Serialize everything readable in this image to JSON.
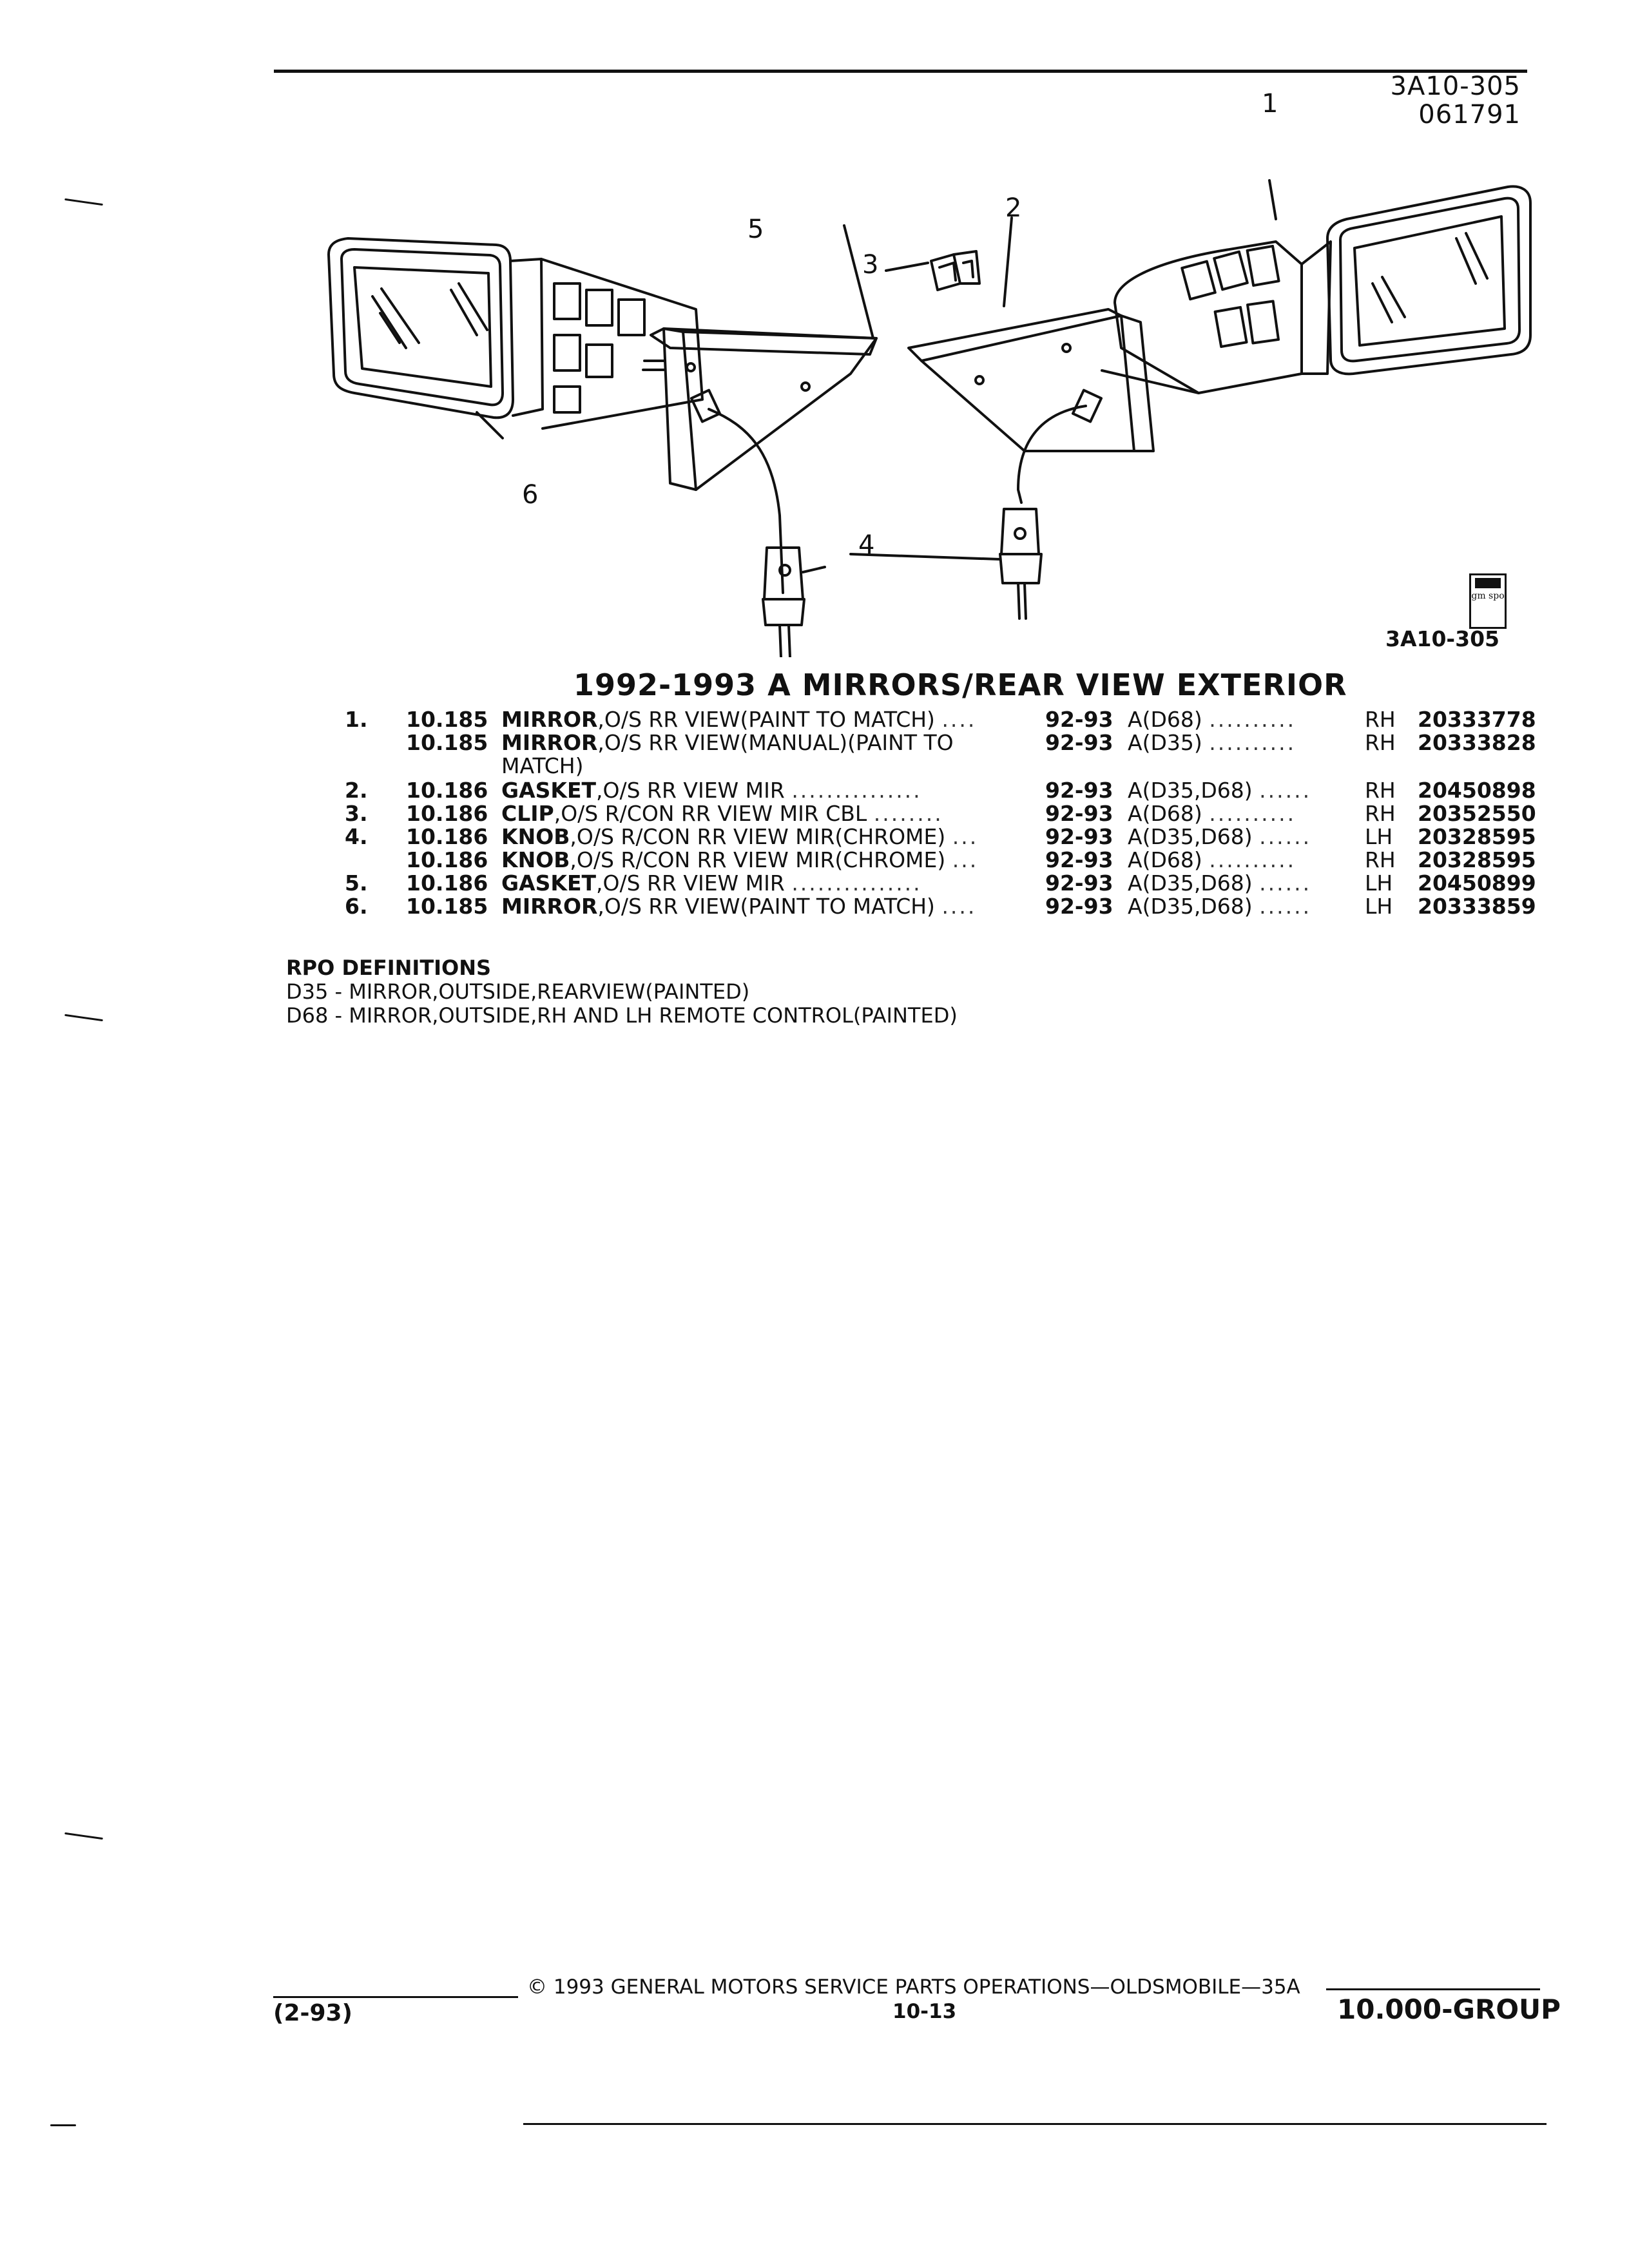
{
  "header": {
    "illustration_code": "3A10-305",
    "date_code": "061791"
  },
  "diagram": {
    "callouts": [
      "1",
      "2",
      "3",
      "4",
      "5",
      "6"
    ],
    "bottom_code": "3A10-305",
    "logo_text": "gm spo"
  },
  "section_title": "1992-1993 A MIRRORS/REAR VIEW EXTERIOR",
  "parts": [
    {
      "item": "1.",
      "group": "10.185",
      "name": "MIRROR",
      "desc": ",O/S RR VIEW(PAINT TO MATCH)",
      "dots": "....",
      "years": "92-93",
      "codes": "A(D68)",
      "cdots": "..........",
      "side": "RH",
      "part": "20333778"
    },
    {
      "item": "",
      "group": "10.185",
      "name": "MIRROR",
      "desc": ",O/S RR VIEW(MANUAL)(PAINT TO",
      "dots": "",
      "years": "92-93",
      "codes": "A(D35)",
      "cdots": "..........",
      "side": "RH",
      "part": "20333828"
    },
    {
      "item": "",
      "group": "",
      "name": "",
      "desc": "MATCH)",
      "dots": "",
      "years": "",
      "codes": "",
      "cdots": "",
      "side": "",
      "part": ""
    },
    {
      "item": "2.",
      "group": "10.186",
      "name": "GASKET",
      "desc": ",O/S RR VIEW MIR",
      "dots": "...............",
      "years": "92-93",
      "codes": "A(D35,D68)",
      "cdots": "......",
      "side": "RH",
      "part": "20450898"
    },
    {
      "item": "3.",
      "group": "10.186",
      "name": "CLIP",
      "desc": ",O/S R/CON RR VIEW MIR CBL",
      "dots": "........",
      "years": "92-93",
      "codes": "A(D68)",
      "cdots": "..........",
      "side": "RH",
      "part": "20352550"
    },
    {
      "item": "4.",
      "group": "10.186",
      "name": "KNOB",
      "desc": ",O/S R/CON RR VIEW MIR(CHROME)",
      "dots": "...",
      "years": "92-93",
      "codes": "A(D35,D68)",
      "cdots": "......",
      "side": "LH",
      "part": "20328595"
    },
    {
      "item": "",
      "group": "10.186",
      "name": "KNOB",
      "desc": ",O/S R/CON RR VIEW MIR(CHROME)",
      "dots": "...",
      "years": "92-93",
      "codes": "A(D68)",
      "cdots": "..........",
      "side": "RH",
      "part": "20328595"
    },
    {
      "item": "5.",
      "group": "10.186",
      "name": "GASKET",
      "desc": ",O/S RR VIEW MIR",
      "dots": "...............",
      "years": "92-93",
      "codes": "A(D35,D68)",
      "cdots": "......",
      "side": "LH",
      "part": "20450899"
    },
    {
      "item": "6.",
      "group": "10.185",
      "name": "MIRROR",
      "desc": ",O/S RR VIEW(PAINT TO MATCH)",
      "dots": "....",
      "years": "92-93",
      "codes": "A(D35,D68)",
      "cdots": "......",
      "side": "LH",
      "part": "20333859"
    }
  ],
  "rpo": {
    "heading": "RPO DEFINITIONS",
    "defs": [
      "D35 - MIRROR,OUTSIDE,REARVIEW(PAINTED)",
      "D68 - MIRROR,OUTSIDE,RH AND LH REMOTE CONTROL(PAINTED)"
    ]
  },
  "footer": {
    "copyright": "©  1993  GENERAL MOTORS SERVICE PARTS OPERATIONS—OLDSMOBILE—35A",
    "date": "(2-93)",
    "page": "10-13",
    "group": "10.000-GROUP"
  }
}
